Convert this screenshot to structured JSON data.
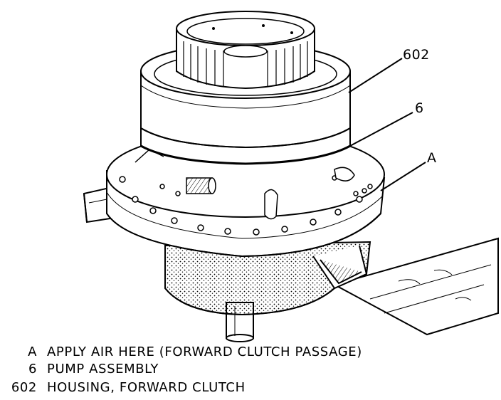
{
  "callouts": {
    "housing": "602",
    "pump": "6",
    "air": "A"
  },
  "legend": [
    {
      "key": "A",
      "text": "APPLY AIR HERE (FORWARD CLUTCH PASSAGE)"
    },
    {
      "key": "6",
      "text": "PUMP ASSEMBLY"
    },
    {
      "key": "602",
      "text": "HOUSING, FORWARD CLUTCH"
    }
  ]
}
